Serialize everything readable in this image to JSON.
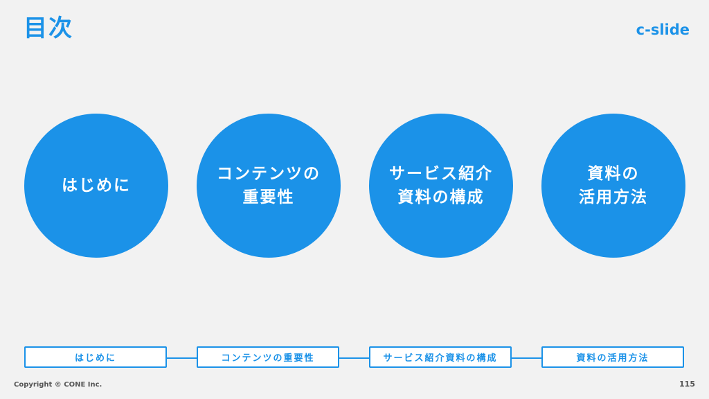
{
  "slide": {
    "title": "目次",
    "brand": "c-slide"
  },
  "circles": [
    {
      "line1": "はじめに",
      "line2": ""
    },
    {
      "line1": "コンテンツの",
      "line2": "重要性"
    },
    {
      "line1": "サービス紹介",
      "line2": "資料の構成"
    },
    {
      "line1": "資料の",
      "line2": "活用方法"
    }
  ],
  "steps": [
    "はじめに",
    "コンテンツの重要性",
    "サービス紹介資料の構成",
    "資料の活用方法"
  ],
  "footer": {
    "copyright": "Copyright © CONE Inc.",
    "page_number": "115"
  },
  "colors": {
    "accent": "#1b92e8",
    "background": "#f2f2f2"
  }
}
